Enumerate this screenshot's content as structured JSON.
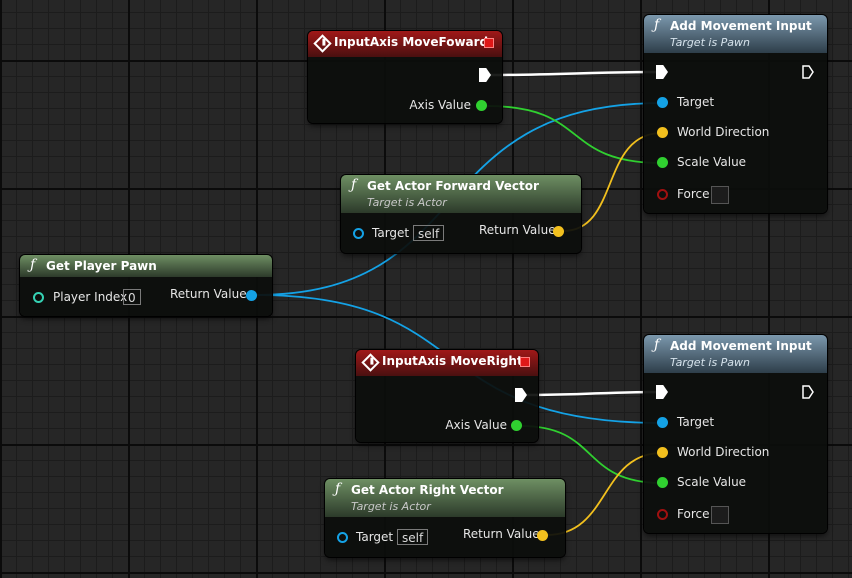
{
  "nodes": {
    "input_forward": {
      "title": "InputAxis MoveFoward",
      "axis_label": "Axis Value"
    },
    "input_right": {
      "title": "InputAxis MoveRight",
      "axis_label": "Axis Value"
    },
    "get_player_pawn": {
      "title": "Get Player Pawn",
      "index_label": "Player Index",
      "index_value": "0",
      "return_label": "Return Value"
    },
    "get_forward_vector": {
      "title": "Get Actor Forward Vector",
      "subtitle": "Target is Actor",
      "target_label": "Target",
      "target_value": "self",
      "return_label": "Return Value"
    },
    "get_right_vector": {
      "title": "Get Actor Right Vector",
      "subtitle": "Target is Actor",
      "target_label": "Target",
      "target_value": "self",
      "return_label": "Return Value"
    },
    "add_movement_1": {
      "title": "Add Movement Input",
      "subtitle": "Target is Pawn",
      "target_label": "Target",
      "direction_label": "World Direction",
      "scale_label": "Scale Value",
      "force_label": "Force"
    },
    "add_movement_2": {
      "title": "Add Movement Input",
      "subtitle": "Target is Pawn",
      "target_label": "Target",
      "direction_label": "World Direction",
      "scale_label": "Scale Value",
      "force_label": "Force"
    }
  },
  "icons": {
    "function": "function-icon",
    "event": "input-event-icon"
  },
  "colors": {
    "object_pin": "#14a2e6",
    "float_pin": "#30d030",
    "vector_pin": "#f2c01e",
    "int_pin": "#35d2b4",
    "bool_pin": "#a01010",
    "exec_wire": "#ffffff",
    "event_header": "#a01818",
    "pure_function_header": "#6e8f63",
    "function_header": "#7b98ad"
  }
}
